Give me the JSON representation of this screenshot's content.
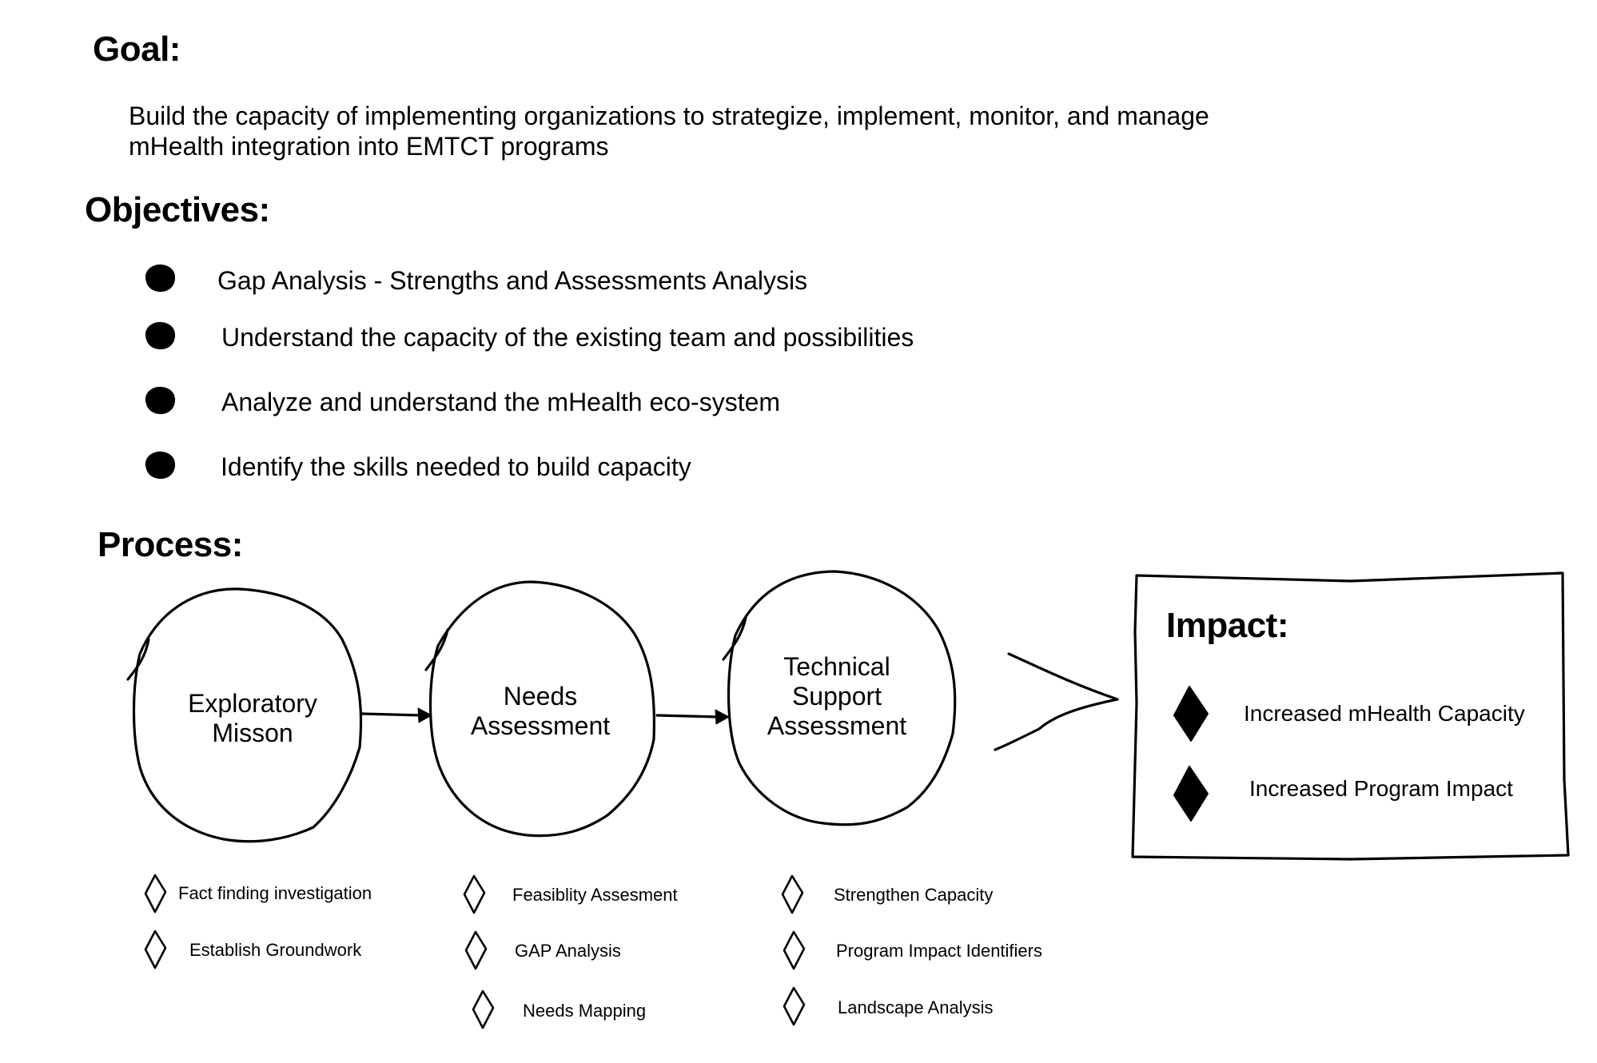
{
  "goal": {
    "heading": "Goal:",
    "text_line1": "Build the capacity of implementing organizations to strategize, implement, monitor, and manage",
    "text_line2": "mHealth integration into EMTCT programs"
  },
  "objectives": {
    "heading": "Objectives:",
    "items": [
      "Gap Analysis  - Strengths and Assessments Analysis",
      "Understand the capacity of the existing team and possibilities",
      "Analyze and understand the mHealth eco-system",
      "Identify the skills needed to build capacity"
    ]
  },
  "process": {
    "heading": "Process:",
    "stages": [
      {
        "label_lines": [
          "Exploratory",
          "Misson"
        ],
        "items": [
          "Fact finding investigation",
          "Establish Groundwork"
        ]
      },
      {
        "label_lines": [
          "Needs",
          "Assessment"
        ],
        "items": [
          "Feasiblity Assesment",
          "GAP Analysis",
          "Needs Mapping"
        ]
      },
      {
        "label_lines": [
          "Technical",
          "Support",
          "Assessment"
        ],
        "items": [
          "Strengthen Capacity",
          "Program Impact Identifiers",
          "Landscape Analysis"
        ]
      }
    ]
  },
  "impact": {
    "heading": "Impact:",
    "items": [
      "Increased mHealth Capacity",
      "Increased Program Impact"
    ]
  }
}
